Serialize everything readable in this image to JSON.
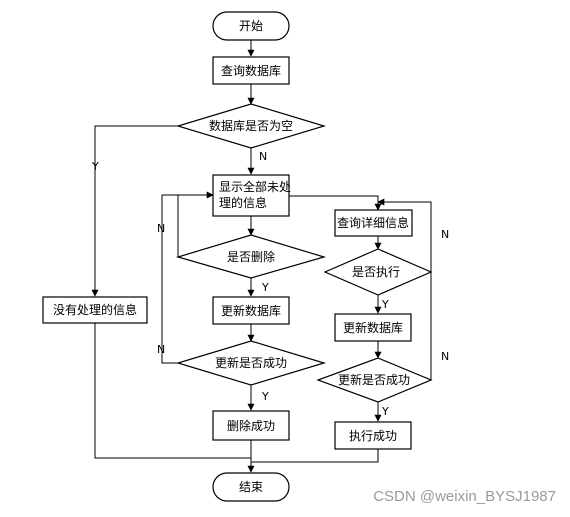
{
  "nodes": {
    "start": "开始",
    "query_db": "查询数据库",
    "db_empty": "数据库是否为空",
    "no_info": "没有处理的信息",
    "show_unprocessed_1": "显示全部未处",
    "show_unprocessed_2": "理的信息",
    "is_delete": "是否删除",
    "update_db_left": "更新数据库",
    "update_ok_left": "更新是否成功",
    "delete_ok": "删除成功",
    "query_detail": "查询详细信息",
    "is_execute": "是否执行",
    "update_db_right": "更新数据库",
    "update_ok_right": "更新是否成功",
    "execute_ok": "执行成功",
    "end": "结束"
  },
  "labels": {
    "y": "Y",
    "n": "N"
  },
  "watermark": "CSDN @weixin_BYSJ1987"
}
